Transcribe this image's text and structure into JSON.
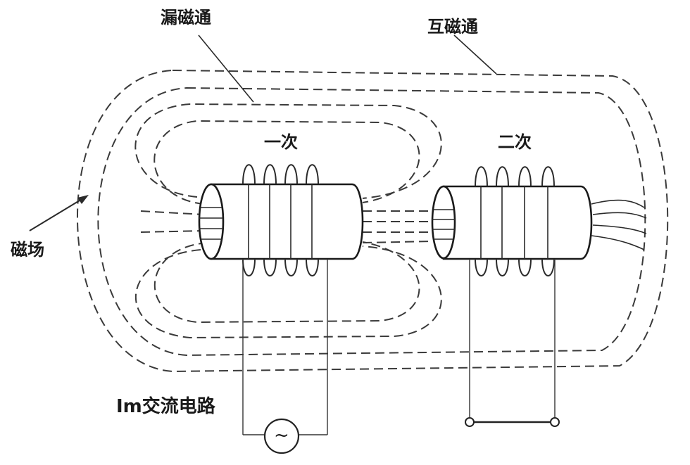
{
  "labels": {
    "leakage_flux": "漏磁通",
    "mutual_flux": "互磁通",
    "primary": "一次",
    "secondary": "二次",
    "magnetic_field": "磁场",
    "ac_circuit": "Im交流电路",
    "source_symbol": "~"
  },
  "colors": {
    "line": "#2a2a2a",
    "background": "#ffffff"
  },
  "components": {
    "primary_coil_turns": 4,
    "secondary_coil_turns": 4,
    "source": "ac-source-icon",
    "terminals": 2
  }
}
